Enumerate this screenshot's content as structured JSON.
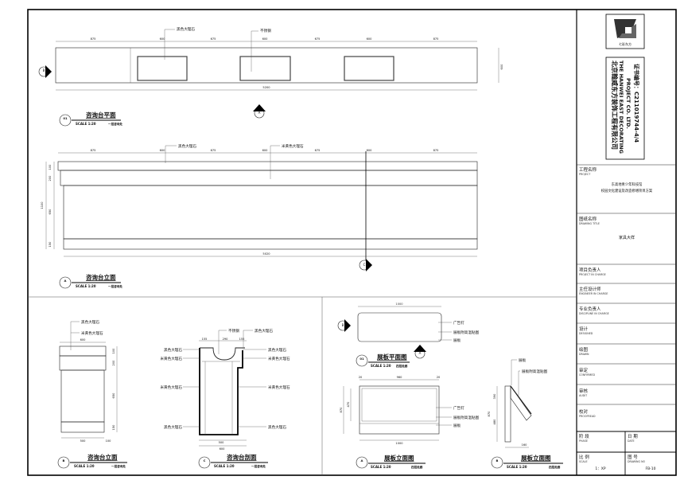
{
  "title_block": {
    "logo_text": "七彩东方",
    "company_cn": "北京翰威东方装饰工程有限公司",
    "company_en_1": "THE HANWEI EAST DECORATING",
    "company_en_2": "PROJECT CO. LTD.",
    "certificate": "证书编号：C211019744-4/4",
    "project_label_cn": "工程名称",
    "project_label_en": "PROJECT",
    "project_name_1": "东高地青少年科技馆",
    "project_name_2": "校园文化建设及改造修缮项目方案",
    "drawing_title_label_cn": "图纸名称",
    "drawing_title_label_en": "DRAWING TITLE",
    "drawing_title": "家具大样",
    "rows": [
      {
        "cn": "项目负责人",
        "en": "PROJECT IN CHARGE"
      },
      {
        "cn": "主任设计师",
        "en": "ENGINEER IN CHARGE"
      },
      {
        "cn": "专业负责人",
        "en": "DISCIPLINE IN CHARGE"
      },
      {
        "cn": "设计",
        "en": "DESIGNED"
      },
      {
        "cn": "绘图",
        "en": "DRAWN"
      },
      {
        "cn": "审定",
        "en": "CONFIRMED"
      },
      {
        "cn": "审核",
        "en": "AUDIT"
      },
      {
        "cn": "校对",
        "en": "PROOFREAD"
      }
    ],
    "phase_cn": "阶 段",
    "phase_en": "PHASE",
    "date_cn": "日 期",
    "date_en": "DATE",
    "scale_cn": "比 例",
    "scale_en": "SCALE",
    "scale_value": "1：XP",
    "drawing_no_cn": "图 号",
    "drawing_no_en": "DRAWING NO",
    "drawing_no_value": "FB-10"
  },
  "views": {
    "plan": {
      "tag": "01",
      "title": "咨询台平面",
      "scale": "SCALE 1:20",
      "floor": "一层咨询处",
      "labels": [
        "黑色大理石",
        "不锈钢"
      ],
      "dims_top": [
        "875",
        "600",
        "675",
        "600",
        "675",
        "600",
        "875"
      ],
      "dim_total": "5200",
      "dim_side": "600",
      "section_marks": [
        "B",
        "A"
      ]
    },
    "elevation": {
      "tag": "A",
      "title": "咨询台立面",
      "scale": "SCALE 1:20",
      "floor": "一层咨询处",
      "labels": [
        "黑色大理石",
        "米黄色大理石"
      ],
      "dims_top": [
        "875",
        "600",
        "675",
        "600",
        "675",
        "600",
        "875"
      ],
      "dims_side": [
        "100",
        "200",
        "650",
        "150"
      ],
      "dim_height": "1100",
      "dim_total": "5020",
      "section_mark": "C"
    },
    "side_elevation": {
      "tag": "B",
      "title": "咨询台立面",
      "scale": "SCALE 1:20",
      "floor": "一层咨询处",
      "labels": [
        "黑色大理石",
        "米黄色大理石"
      ],
      "dims": [
        "600",
        "500",
        "100",
        "200",
        "650",
        "150"
      ]
    },
    "section": {
      "tag": "C",
      "title": "咨询台剖面",
      "scale": "SCALE 1:20",
      "floor": "一层咨询处",
      "labels_left": [
        "黑色大理石",
        "米黄色大理石",
        "米黄色大理石",
        "黑色大理石"
      ],
      "labels_right": [
        "黑色大理石",
        "米黄色大理石",
        "米黄色大理石",
        "黑色大理石"
      ],
      "label_top": [
        "不锈钢",
        "黑色大理石"
      ],
      "dims": [
        "155",
        "290",
        "155",
        "500",
        "600"
      ]
    },
    "panel_plan": {
      "tag": "01",
      "title": "展板平面图",
      "scale": "SCALE 1:20",
      "floor": "四层走廊",
      "labels": [
        "广告钉",
        "展板附高温贴图",
        "展板"
      ],
      "dim": "1000",
      "section_marks": [
        "B",
        "A"
      ]
    },
    "panel_elevation": {
      "tag": "A",
      "title": "展板立面图",
      "scale": "SCALE 1:20",
      "floor": "四层走廊",
      "labels": [
        "广告钉",
        "展板附高温贴图",
        "展板"
      ],
      "dims": [
        "20",
        "960",
        "20",
        "1000",
        "470",
        "870"
      ]
    },
    "panel_side": {
      "tag": "B",
      "title": "展板立面图",
      "scale": "SCALE 1:20",
      "floor": "四层走廊",
      "labels": [
        "展板",
        "展板附高温贴图"
      ],
      "dims": [
        "390",
        "480",
        "870",
        "160"
      ]
    }
  }
}
